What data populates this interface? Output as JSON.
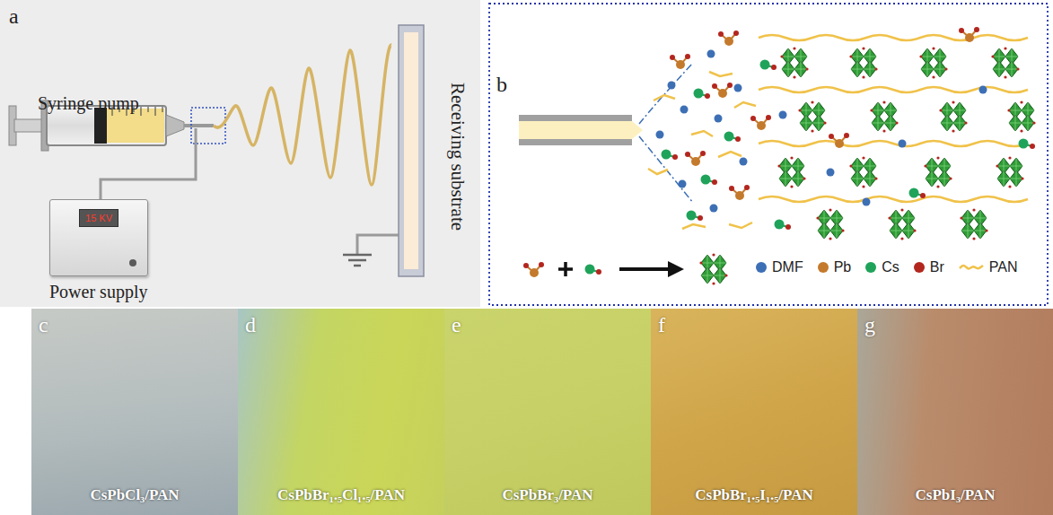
{
  "diagram": {
    "nodes": [
      {
        "text": [
          "15 KV",
          "Power supply"
        ]
      },
      {
        "text": [
          "c",
          "CsPbCl₃/PAN"
        ]
      },
      {
        "text": [
          "d",
          "CsPbBr₁.₅Cl₁.₅/PAN"
        ]
      },
      {
        "text": [
          "e",
          "CsPbBr₃/PAN"
        ]
      },
      {
        "text": [
          "f",
          "CsPbBr₁.₅I₁.₅/PAN"
        ]
      },
      {
        "text": [
          "g",
          "CsPbI₃/PAN"
        ]
      }
    ],
    "labels": [
      "a",
      "Syringe pump",
      "Receiving substrate",
      "b"
    ],
    "legend": [
      {
        "text": "DMF",
        "color": "#3d6fb5"
      },
      {
        "text": "Pb",
        "color": "#c47a2c"
      },
      {
        "text": "Cs",
        "color": "#1fa35a"
      },
      {
        "text": "Br",
        "color": "#b3261e"
      },
      {
        "text": "PAN"
      }
    ]
  }
}
